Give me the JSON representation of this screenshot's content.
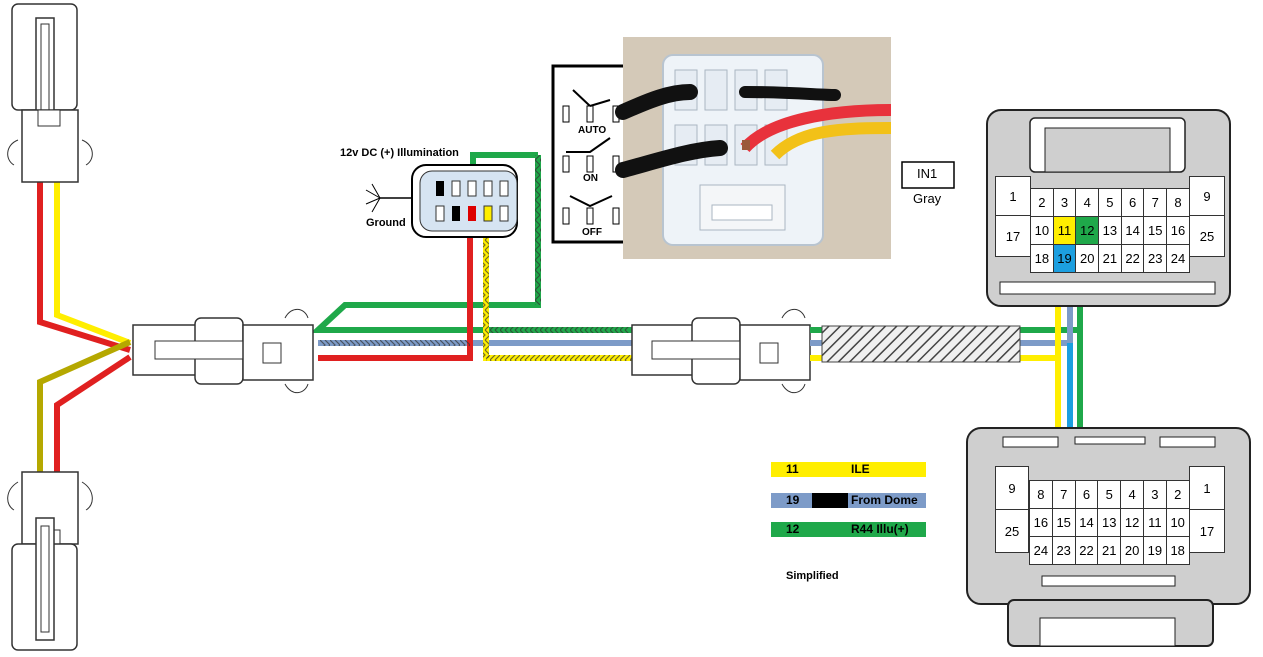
{
  "labels": {
    "illumination": "12v DC (+) Illumination",
    "ground": "Ground",
    "in1": "IN1",
    "in1_color": "Gray",
    "simplified": "Simplified"
  },
  "switch_positions": [
    "AUTO",
    "ON",
    "OFF"
  ],
  "legend": [
    {
      "pin": "11",
      "name": "ILE",
      "color": "#ffee00"
    },
    {
      "pin": "19",
      "name": "From Dome",
      "color": "#7d9bc8"
    },
    {
      "pin": "12",
      "name": "R44 Illu(+)",
      "color": "#1fa84a"
    }
  ],
  "connector_top": {
    "left_pins": [
      "1",
      "17"
    ],
    "right_pins": [
      "9",
      "25"
    ],
    "rows": [
      [
        "2",
        "3",
        "4",
        "5",
        "6",
        "7",
        "8"
      ],
      [
        "10",
        "11",
        "12",
        "13",
        "14",
        "15",
        "16"
      ],
      [
        "18",
        "19",
        "20",
        "21",
        "22",
        "23",
        "24"
      ]
    ],
    "highlighted": {
      "11": "yellow",
      "12": "green",
      "19": "blue"
    }
  },
  "connector_bottom": {
    "left_pins": [
      "9",
      "25"
    ],
    "right_pins": [
      "1",
      "17"
    ],
    "rows": [
      [
        "8",
        "7",
        "6",
        "5",
        "4",
        "3",
        "2"
      ],
      [
        "16",
        "15",
        "14",
        "13",
        "12",
        "11",
        "10"
      ],
      [
        "24",
        "23",
        "22",
        "21",
        "20",
        "19",
        "18"
      ]
    ],
    "highlighted": {}
  },
  "colors": {
    "red": "#e02020",
    "yellow": "#ffee00",
    "green": "#1fa84a",
    "blue_gray": "#7d9bc8",
    "olive": "#b5a800",
    "connector_gray": "#c8c8c8"
  }
}
